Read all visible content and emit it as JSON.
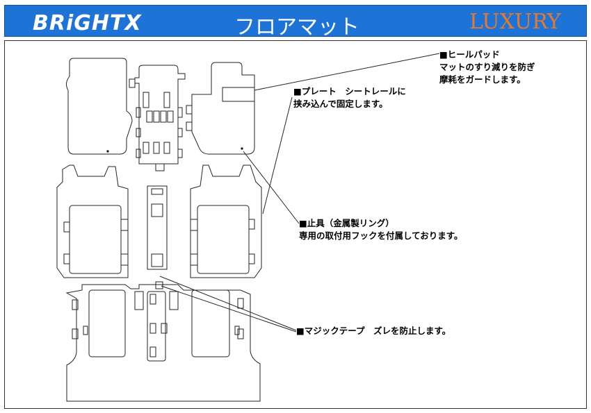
{
  "header": {
    "brand": "BRiGHTX",
    "title": "フロアマット",
    "grade": "LUXURY",
    "bar_color": "#1e73d6",
    "grade_color": "#e8792a"
  },
  "annotations": {
    "heel_pad": {
      "title": "■ヒールパッド",
      "line1": "マットのすり減りを防ぎ",
      "line2": "摩耗をガードします。"
    },
    "plate": {
      "title": "■プレート　シートレールに",
      "line1": "挟み込んで固定します。"
    },
    "retainer": {
      "title": "■止具（金属製リング）",
      "line1": "専用の取付用フックを付属しております。"
    },
    "velcro": {
      "title": "■マジックテープ　ズレを防止します。"
    }
  }
}
